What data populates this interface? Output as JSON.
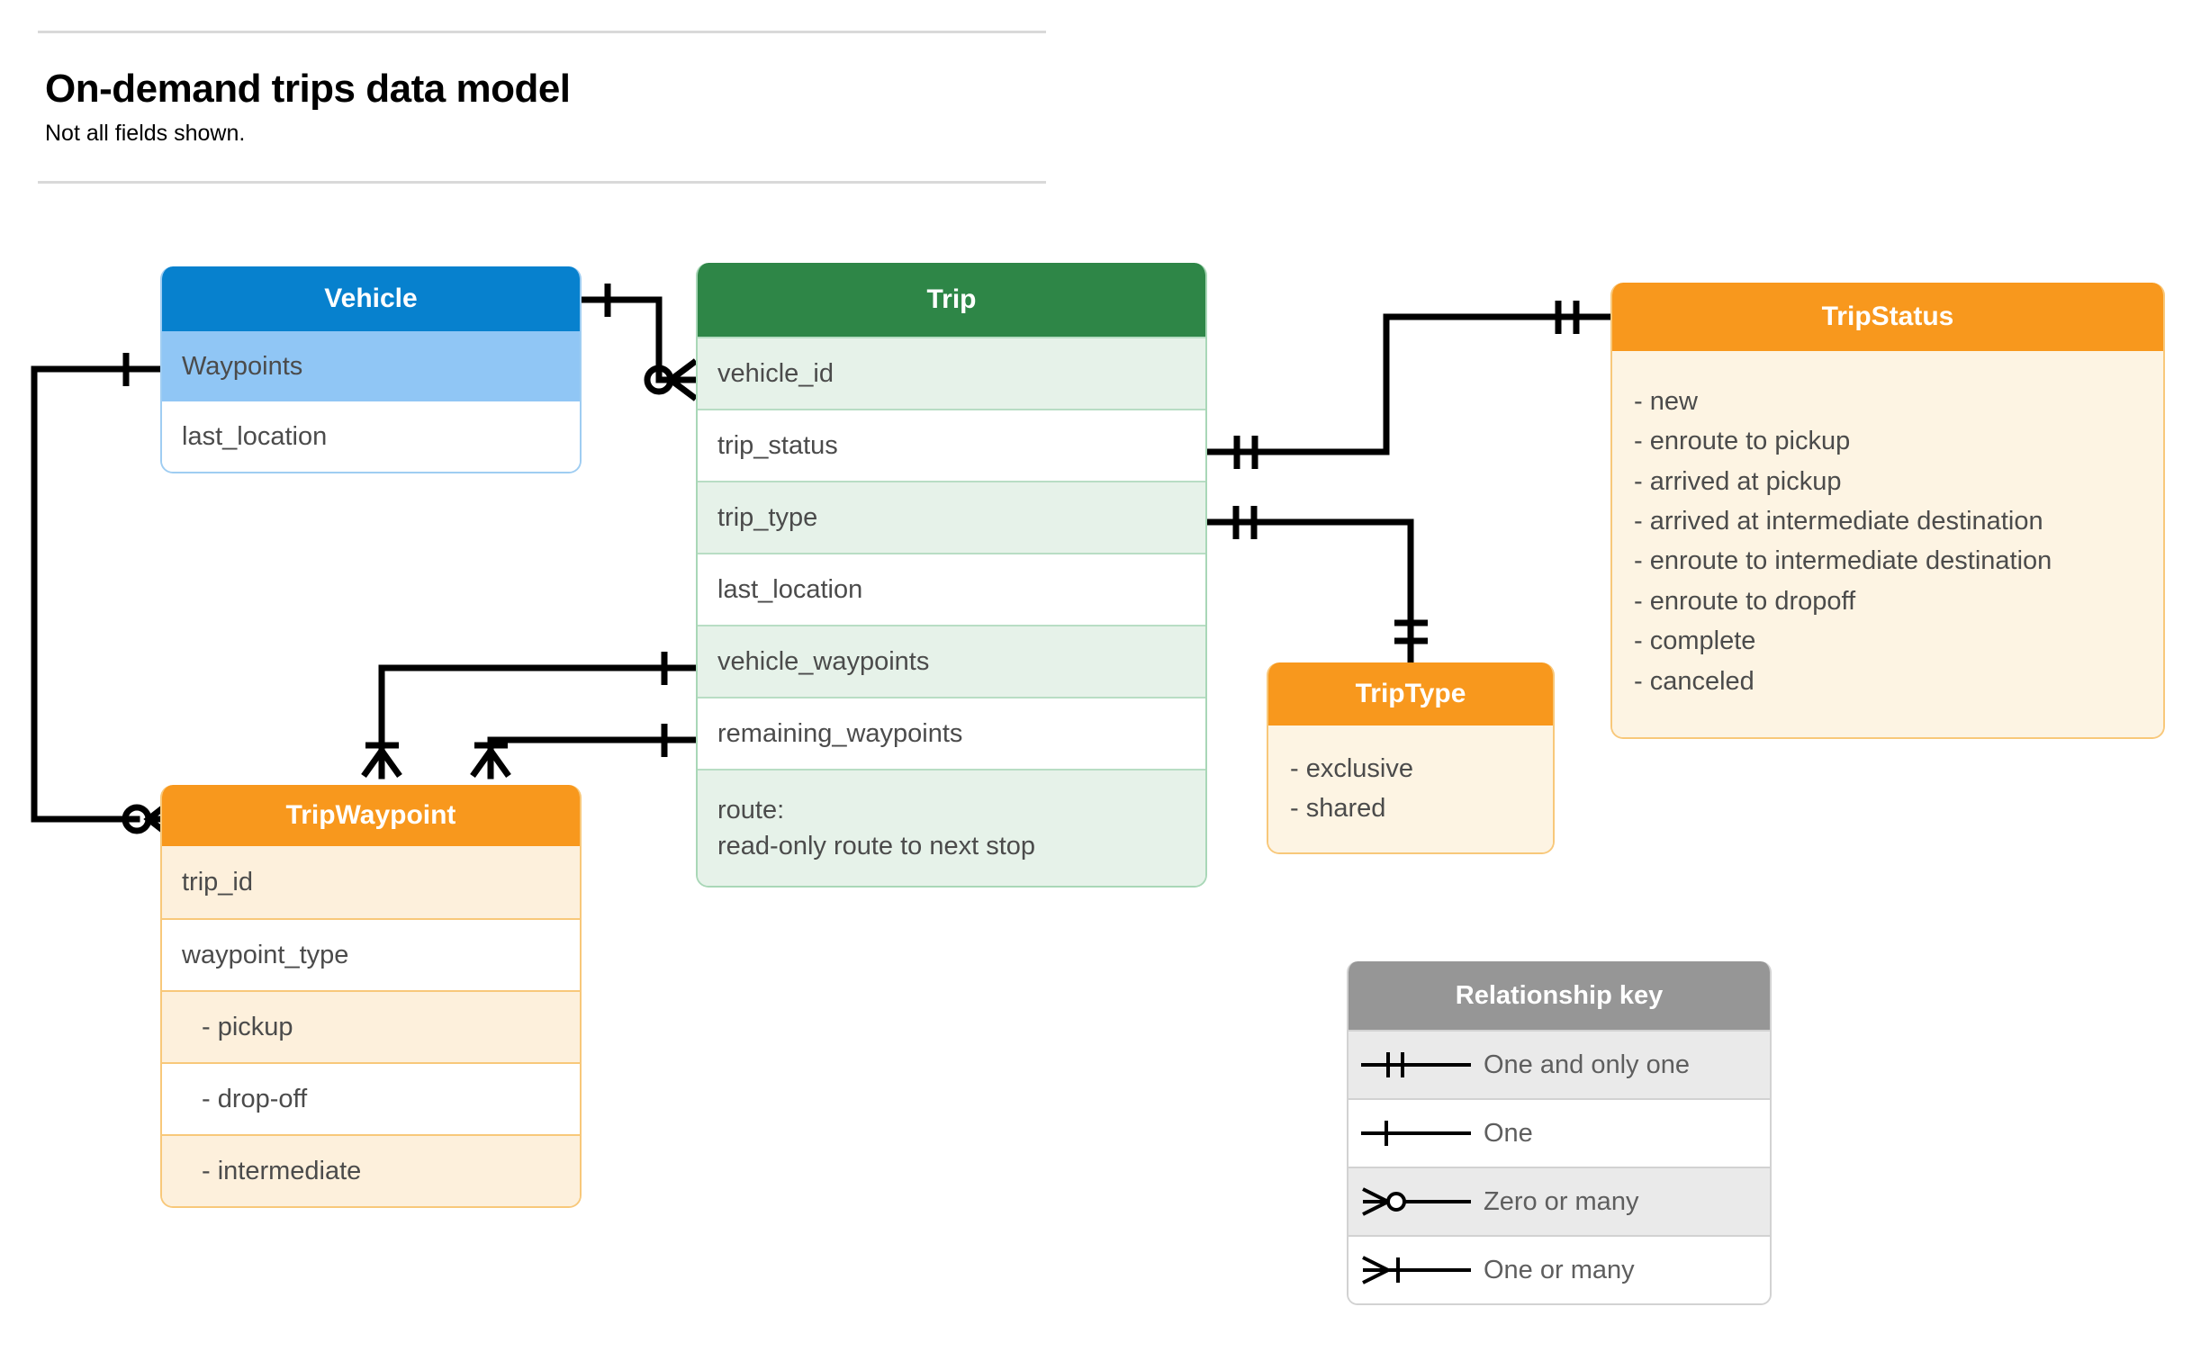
{
  "header": {
    "title": "On-demand trips data model",
    "subtitle": "Not all fields shown."
  },
  "entities": {
    "vehicle": {
      "name": "Vehicle",
      "header_color": "#0781ce",
      "rows": [
        {
          "label": "Waypoints"
        },
        {
          "label": "last_location"
        }
      ]
    },
    "trip": {
      "name": "Trip",
      "header_color": "#2e8647",
      "rows": [
        {
          "label": "vehicle_id"
        },
        {
          "label": "trip_status"
        },
        {
          "label": "trip_type"
        },
        {
          "label": "last_location"
        },
        {
          "label": "vehicle_waypoints"
        },
        {
          "label": "remaining_waypoints"
        },
        {
          "label": "route:",
          "label2": "read-only route to next stop"
        }
      ]
    },
    "trip_status": {
      "name": "TripStatus",
      "header_color": "#f8981d",
      "values": [
        "- new",
        "- enroute to pickup",
        "- arrived at pickup",
        "- arrived at intermediate destination",
        "- enroute to intermediate destination",
        "- enroute to dropoff",
        "- complete",
        "- canceled"
      ]
    },
    "trip_type": {
      "name": "TripType",
      "header_color": "#f8981d",
      "values": [
        "- exclusive",
        "- shared"
      ]
    },
    "trip_waypoint": {
      "name": "TripWaypoint",
      "header_color": "#f8981d",
      "rows": [
        {
          "label": "trip_id"
        },
        {
          "label": "waypoint_type"
        },
        {
          "label": "-  pickup"
        },
        {
          "label": "-  drop-off"
        },
        {
          "label": "-  intermediate"
        }
      ]
    }
  },
  "legend": {
    "title": "Relationship key",
    "header_color": "#969696",
    "items": [
      {
        "symbol": "one-and-only-one-icon",
        "label": "One and only one"
      },
      {
        "symbol": "one-icon",
        "label": "One"
      },
      {
        "symbol": "zero-or-many-icon",
        "label": "Zero or many"
      },
      {
        "symbol": "one-or-many-icon",
        "label": "One or many"
      }
    ]
  },
  "relationships": [
    {
      "from": "Vehicle",
      "from_card": "One",
      "to": "Trip.vehicle_id",
      "to_card": "Zero or many"
    },
    {
      "from": "Vehicle.Waypoints",
      "from_card": "One",
      "to": "TripWaypoint",
      "to_card": "Zero or many"
    },
    {
      "from": "Trip.trip_status",
      "from_card": "One and only one",
      "to": "TripStatus",
      "to_card": "One and only one"
    },
    {
      "from": "Trip.trip_type",
      "from_card": "One and only one",
      "to": "TripType",
      "to_card": "One and only one"
    },
    {
      "from": "Trip.vehicle_waypoints",
      "from_card": "One",
      "to": "TripWaypoint",
      "to_card": "One or many"
    },
    {
      "from": "Trip.remaining_waypoints",
      "from_card": "One",
      "to": "TripWaypoint",
      "to_card": "One or many"
    }
  ]
}
